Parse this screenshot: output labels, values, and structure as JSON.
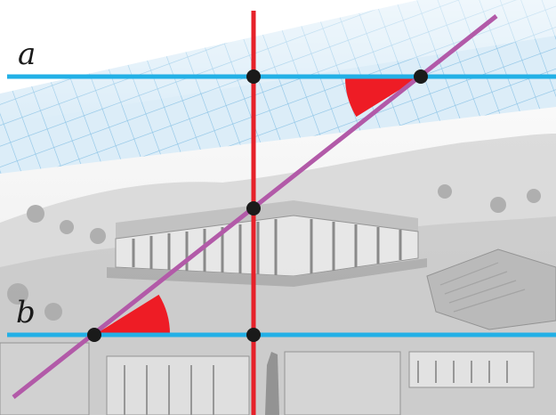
{
  "labels": {
    "line_a": "a",
    "line_b": "b"
  },
  "colors": {
    "parallel_lines": "#22b0e6",
    "vertical_line": "#e62129",
    "transversal": "#b25aa8",
    "angle_fill": "#ee1c25",
    "point": "#1a1a1a",
    "grid_paper": "#d6ecf8",
    "grid_lines": "#8fc6e6",
    "background_sketch": "#9a9a9a"
  },
  "diagram": {
    "parallel_lines": [
      "a",
      "b"
    ],
    "marked_angles": 2,
    "intersection_points": 5
  }
}
